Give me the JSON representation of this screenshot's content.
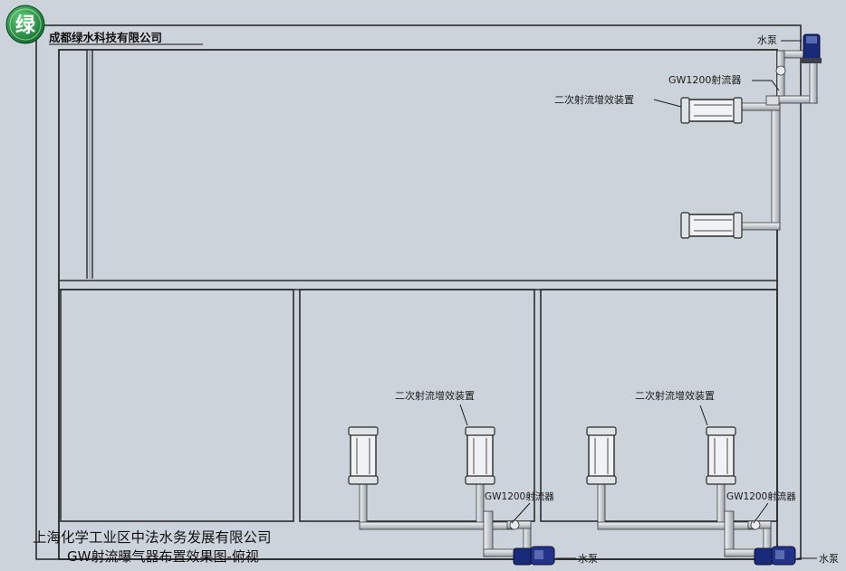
{
  "logo": {
    "char": "绿"
  },
  "company_top": "成都绿水科技有限公司",
  "footer": {
    "line1": "上海化学工业区中法水务发展有限公司",
    "line2": "GW射流曝气器布置效果图-俯视"
  },
  "labels": {
    "pump": "水泵",
    "ejector": "GW1200射流器",
    "booster": "二次射流增效装置"
  },
  "colors": {
    "background": "#cdd3db",
    "line": "#2a2a2a",
    "pump": "#1a2a7a",
    "logo": "#1e8a3a"
  }
}
